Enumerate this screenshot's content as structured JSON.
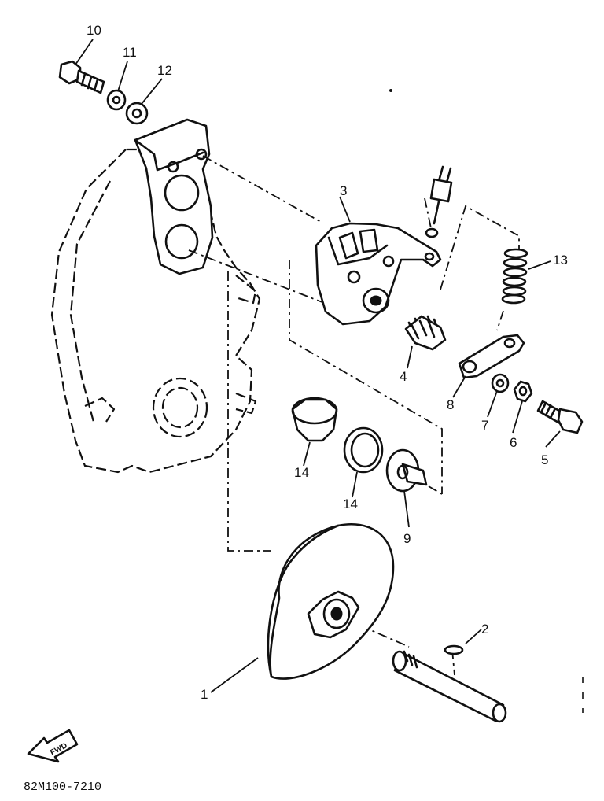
{
  "diagram_code": "82M100-7210",
  "fwd_label": "FWD",
  "callouts": [
    {
      "id": "1",
      "label": "1"
    },
    {
      "id": "2",
      "label": "2"
    },
    {
      "id": "3",
      "label": "3"
    },
    {
      "id": "4",
      "label": "4"
    },
    {
      "id": "5",
      "label": "5"
    },
    {
      "id": "6",
      "label": "6"
    },
    {
      "id": "7",
      "label": "7"
    },
    {
      "id": "8",
      "label": "8"
    },
    {
      "id": "9",
      "label": "9"
    },
    {
      "id": "10",
      "label": "10"
    },
    {
      "id": "11",
      "label": "11"
    },
    {
      "id": "12",
      "label": "12"
    },
    {
      "id": "13",
      "label": "13"
    },
    {
      "id": "14a",
      "label": "14"
    },
    {
      "id": "14b",
      "label": "14"
    }
  ]
}
